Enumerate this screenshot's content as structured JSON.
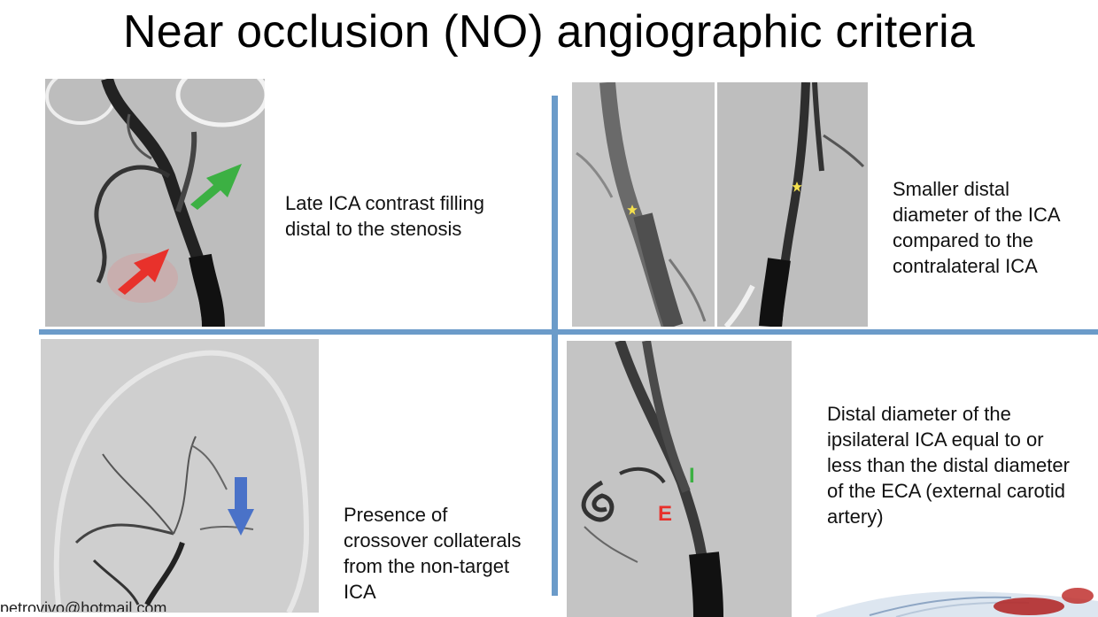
{
  "title": "Near occlusion (NO) angiographic criteria",
  "criteria": [
    {
      "caption": "Late ICA contrast filling\ndistal to the stenosis"
    },
    {
      "caption": "Smaller distal\ndiameter of the ICA\ncompared to the\ncontralateral ICA"
    },
    {
      "caption": "Presence of\ncrossover collaterals\nfrom the non-target\nICA"
    },
    {
      "caption": "Distal diameter of the\nipsilateral ICA equal to or\nless than the distal diameter\nof the ECA (external carotid\nartery)"
    }
  ],
  "panel4_labels": {
    "ica": "I",
    "eca": "E"
  },
  "colors": {
    "divider": "#6b9bc9",
    "green_arrow": "#3cb043",
    "red_arrow": "#e8312b",
    "blue_arrow": "#4a72c8",
    "star": "#f4e04d"
  },
  "icons": [
    "green-arrow-icon",
    "red-arrow-icon",
    "blue-arrow-icon",
    "star-marker-icon"
  ],
  "footer_email": "petrovivo@hotmail.com"
}
